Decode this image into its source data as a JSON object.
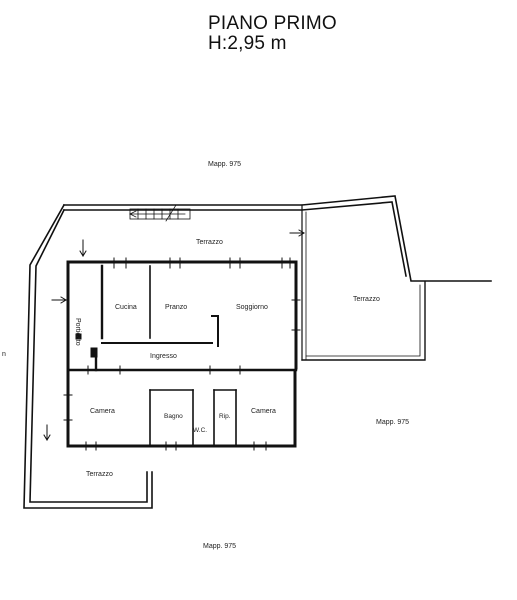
{
  "title": {
    "line1": "PIANO PRIMO",
    "line2": "H:2,95 m"
  },
  "labels": {
    "mapp_top": "Mapp. 975",
    "mapp_right": "Mapp. 975",
    "mapp_bottom": "Mapp. 975",
    "terrazzo_top": "Terrazzo",
    "terrazzo_right": "Terrazzo",
    "terrazzo_bottom": "Terrazzo",
    "cucina": "Cucina",
    "pranzo": "Pranzo",
    "soggiorno": "Soggiorno",
    "ingresso": "Ingresso",
    "porticato": "Porticato",
    "camera_left": "Camera",
    "bagno": "Bagno",
    "wc": "W.C.",
    "rip": "Rip.",
    "camera_right": "Camera",
    "edge": "n"
  }
}
